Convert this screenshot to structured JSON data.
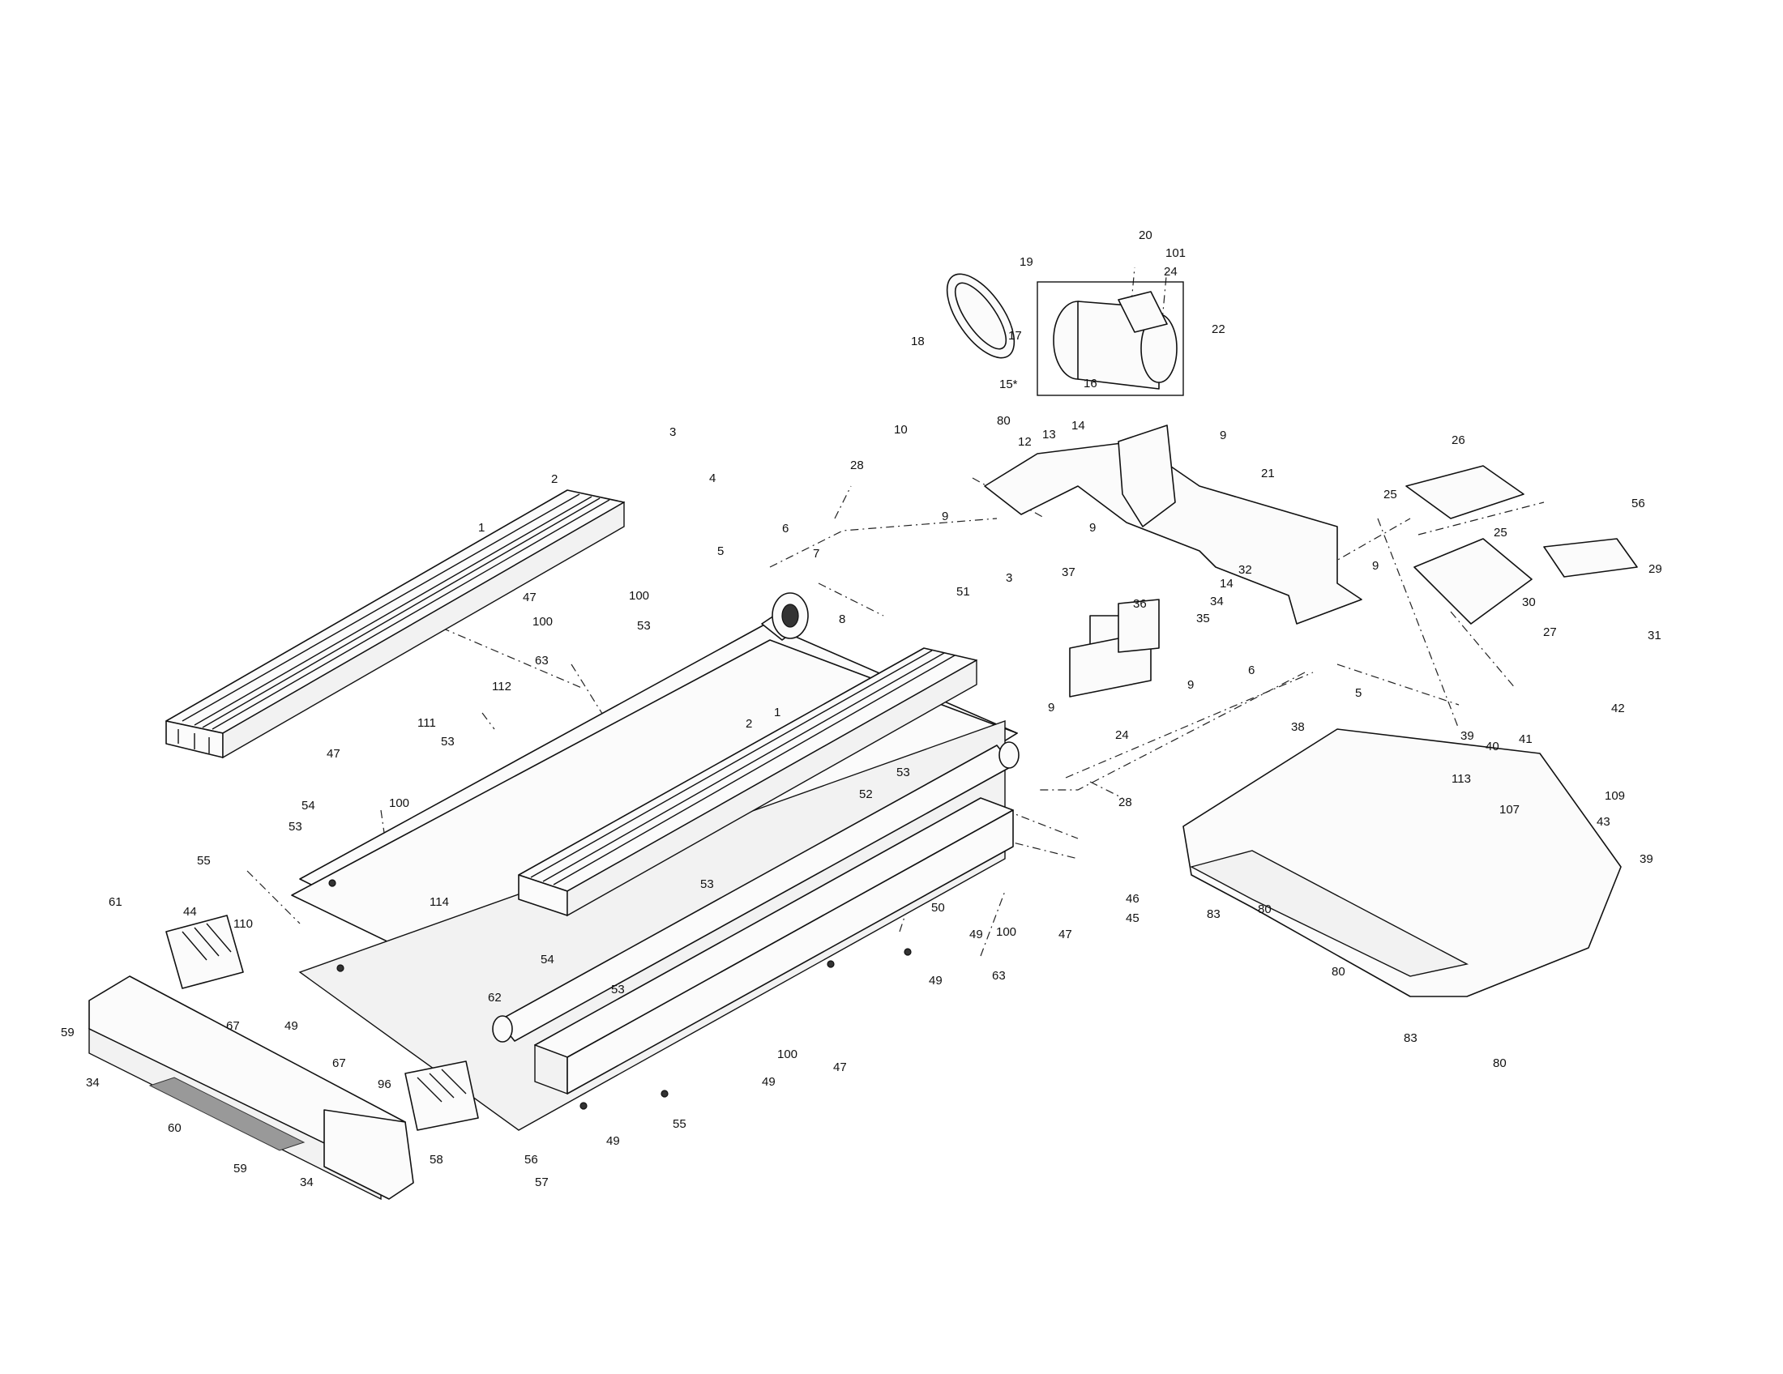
{
  "callouts": [
    {
      "id": "c1a",
      "text": "1"
    },
    {
      "id": "c2a",
      "text": "2"
    },
    {
      "id": "c3a",
      "text": "3"
    },
    {
      "id": "c4",
      "text": "4"
    },
    {
      "id": "c1b",
      "text": "1"
    },
    {
      "id": "c2b",
      "text": "2"
    },
    {
      "id": "c3b",
      "text": "3"
    },
    {
      "id": "c5a",
      "text": "5"
    },
    {
      "id": "c5b",
      "text": "5"
    },
    {
      "id": "c6a",
      "text": "6"
    },
    {
      "id": "c6b",
      "text": "6"
    },
    {
      "id": "c7",
      "text": "7"
    },
    {
      "id": "c8",
      "text": "8"
    },
    {
      "id": "c9a",
      "text": "9"
    },
    {
      "id": "c9b",
      "text": "9"
    },
    {
      "id": "c9c",
      "text": "9"
    },
    {
      "id": "c9d",
      "text": "9"
    },
    {
      "id": "c9e",
      "text": "9"
    },
    {
      "id": "c9f",
      "text": "9"
    },
    {
      "id": "c10",
      "text": "10"
    },
    {
      "id": "c12",
      "text": "12"
    },
    {
      "id": "c13",
      "text": "13"
    },
    {
      "id": "c14a",
      "text": "14"
    },
    {
      "id": "c14b",
      "text": "14"
    },
    {
      "id": "c15",
      "text": "15*"
    },
    {
      "id": "c16",
      "text": "16"
    },
    {
      "id": "c17",
      "text": "17"
    },
    {
      "id": "c18",
      "text": "18"
    },
    {
      "id": "c19",
      "text": "19"
    },
    {
      "id": "c20",
      "text": "20"
    },
    {
      "id": "c21",
      "text": "21"
    },
    {
      "id": "c22",
      "text": "22"
    },
    {
      "id": "c24a",
      "text": "24"
    },
    {
      "id": "c24b",
      "text": "24"
    },
    {
      "id": "c25a",
      "text": "25"
    },
    {
      "id": "c25b",
      "text": "25"
    },
    {
      "id": "c26",
      "text": "26"
    },
    {
      "id": "c27",
      "text": "27"
    },
    {
      "id": "c28a",
      "text": "28"
    },
    {
      "id": "c28b",
      "text": "28"
    },
    {
      "id": "c29",
      "text": "29"
    },
    {
      "id": "c30",
      "text": "30"
    },
    {
      "id": "c31",
      "text": "31"
    },
    {
      "id": "c32",
      "text": "32"
    },
    {
      "id": "c34a",
      "text": "34"
    },
    {
      "id": "c34b",
      "text": "34"
    },
    {
      "id": "c34c",
      "text": "34"
    },
    {
      "id": "c35",
      "text": "35"
    },
    {
      "id": "c36",
      "text": "36"
    },
    {
      "id": "c37",
      "text": "37"
    },
    {
      "id": "c38",
      "text": "38"
    },
    {
      "id": "c39a",
      "text": "39"
    },
    {
      "id": "c39b",
      "text": "39"
    },
    {
      "id": "c40",
      "text": "40"
    },
    {
      "id": "c41",
      "text": "41"
    },
    {
      "id": "c42",
      "text": "42"
    },
    {
      "id": "c43",
      "text": "43"
    },
    {
      "id": "c44",
      "text": "44"
    },
    {
      "id": "c45",
      "text": "45"
    },
    {
      "id": "c46",
      "text": "46"
    },
    {
      "id": "c47a",
      "text": "47"
    },
    {
      "id": "c47b",
      "text": "47"
    },
    {
      "id": "c47c",
      "text": "47"
    },
    {
      "id": "c47d",
      "text": "47"
    },
    {
      "id": "c49a",
      "text": "49"
    },
    {
      "id": "c49b",
      "text": "49"
    },
    {
      "id": "c49c",
      "text": "49"
    },
    {
      "id": "c49d",
      "text": "49"
    },
    {
      "id": "c49e",
      "text": "49"
    },
    {
      "id": "c50",
      "text": "50"
    },
    {
      "id": "c51",
      "text": "51"
    },
    {
      "id": "c52",
      "text": "52"
    },
    {
      "id": "c53a",
      "text": "53"
    },
    {
      "id": "c53b",
      "text": "53"
    },
    {
      "id": "c53c",
      "text": "53"
    },
    {
      "id": "c53d",
      "text": "53"
    },
    {
      "id": "c53e",
      "text": "53"
    },
    {
      "id": "c53f",
      "text": "53"
    },
    {
      "id": "c54a",
      "text": "54"
    },
    {
      "id": "c54b",
      "text": "54"
    },
    {
      "id": "c55a",
      "text": "55"
    },
    {
      "id": "c55b",
      "text": "55"
    },
    {
      "id": "c56a",
      "text": "56"
    },
    {
      "id": "c56b",
      "text": "56"
    },
    {
      "id": "c57",
      "text": "57"
    },
    {
      "id": "c58",
      "text": "58"
    },
    {
      "id": "c59a",
      "text": "59"
    },
    {
      "id": "c59b",
      "text": "59"
    },
    {
      "id": "c60",
      "text": "60"
    },
    {
      "id": "c61",
      "text": "61"
    },
    {
      "id": "c62",
      "text": "62"
    },
    {
      "id": "c63a",
      "text": "63"
    },
    {
      "id": "c63b",
      "text": "63"
    },
    {
      "id": "c67a",
      "text": "67"
    },
    {
      "id": "c67b",
      "text": "67"
    },
    {
      "id": "c80a",
      "text": "80"
    },
    {
      "id": "c80b",
      "text": "80"
    },
    {
      "id": "c80c",
      "text": "80"
    },
    {
      "id": "c80d",
      "text": "80"
    },
    {
      "id": "c83a",
      "text": "83"
    },
    {
      "id": "c83b",
      "text": "83"
    },
    {
      "id": "c96",
      "text": "96"
    },
    {
      "id": "c100a",
      "text": "100"
    },
    {
      "id": "c100b",
      "text": "100"
    },
    {
      "id": "c100c",
      "text": "100"
    },
    {
      "id": "c100d",
      "text": "100"
    },
    {
      "id": "c100e",
      "text": "100"
    },
    {
      "id": "c101",
      "text": "101"
    },
    {
      "id": "c107",
      "text": "107"
    },
    {
      "id": "c109",
      "text": "109"
    },
    {
      "id": "c110",
      "text": "110"
    },
    {
      "id": "c111",
      "text": "111"
    },
    {
      "id": "c112",
      "text": "112"
    },
    {
      "id": "c113",
      "text": "113"
    },
    {
      "id": "c114",
      "text": "114"
    }
  ]
}
